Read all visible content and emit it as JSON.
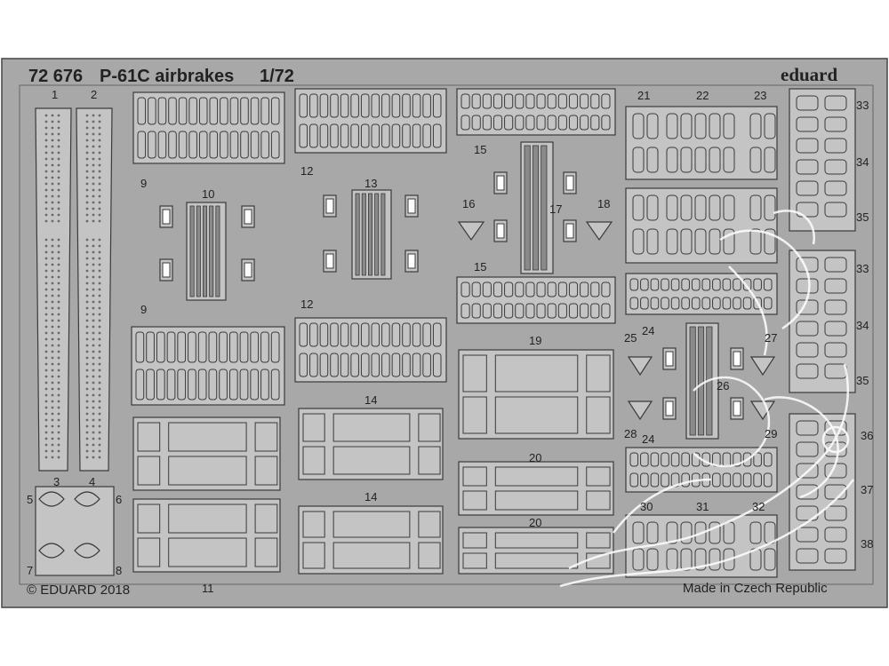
{
  "sheet": {
    "product_code": "72 676",
    "product_name": "P-61C airbrakes",
    "scale": "1/72",
    "brand": "eduard",
    "copyright": "© EDUARD 2018",
    "origin": "Made in Czech Republic"
  },
  "colors": {
    "fret_fill": "#a8a8a8",
    "part_fill": "#c4c4c4",
    "etch_line": "#3a3a3a",
    "text": "#222222",
    "watermark": "#ffffff"
  },
  "part_numbers": {
    "p1": "1",
    "p2": "2",
    "p3": "3",
    "p4": "4",
    "p5": "5",
    "p6": "6",
    "p7": "7",
    "p8": "8",
    "p9a": "9",
    "p9b": "9",
    "p10": "10",
    "p11": "11",
    "p12a": "12",
    "p12b": "12",
    "p13": "13",
    "p14a": "14",
    "p14b": "14",
    "p15a": "15",
    "p15b": "15",
    "p16": "16",
    "p17": "17",
    "p18": "18",
    "p19": "19",
    "p20a": "20",
    "p20b": "20",
    "p21": "21",
    "p22": "22",
    "p23": "23",
    "p24a": "24",
    "p24b": "24",
    "p25": "25",
    "p26": "26",
    "p27": "27",
    "p28": "28",
    "p29": "29",
    "p30": "30",
    "p31": "31",
    "p32": "32",
    "p33a": "33",
    "p33b": "33",
    "p34a": "34",
    "p34b": "34",
    "p35a": "35",
    "p35b": "35",
    "p36": "36",
    "p37": "37",
    "p38": "38"
  }
}
